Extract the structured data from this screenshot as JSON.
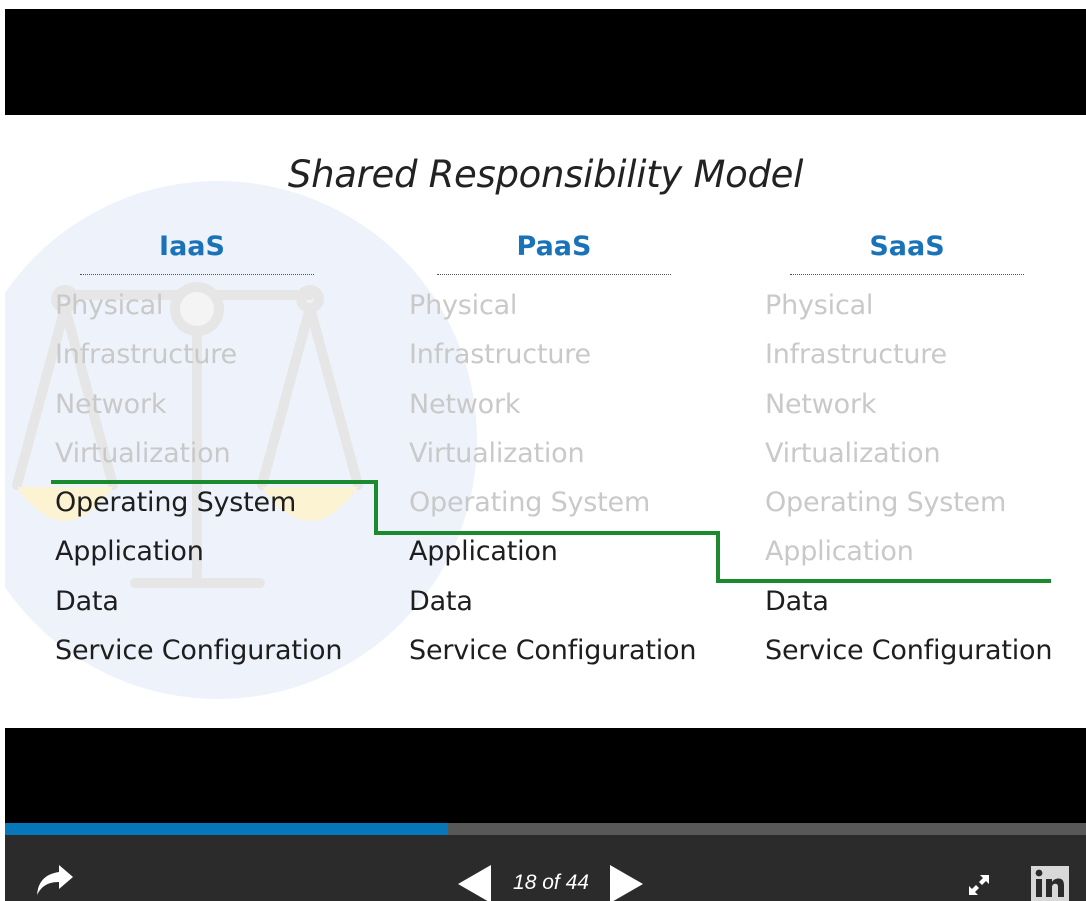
{
  "slide": {
    "title": "Shared Responsibility Model",
    "columns": [
      {
        "heading": "IaaS",
        "layers": [
          {
            "label": "Physical",
            "faded": true
          },
          {
            "label": "Infrastructure",
            "faded": true
          },
          {
            "label": "Network",
            "faded": true
          },
          {
            "label": "Virtualization",
            "faded": true
          },
          {
            "label": "Operating System",
            "faded": false
          },
          {
            "label": "Application",
            "faded": false
          },
          {
            "label": "Data",
            "faded": false
          },
          {
            "label": "Service Configuration",
            "faded": false
          }
        ]
      },
      {
        "heading": "PaaS",
        "layers": [
          {
            "label": "Physical",
            "faded": true
          },
          {
            "label": "Infrastructure",
            "faded": true
          },
          {
            "label": "Network",
            "faded": true
          },
          {
            "label": "Virtualization",
            "faded": true
          },
          {
            "label": "Operating System",
            "faded": true
          },
          {
            "label": "Application",
            "faded": false
          },
          {
            "label": "Data",
            "faded": false
          },
          {
            "label": "Service Configuration",
            "faded": false
          }
        ]
      },
      {
        "heading": "SaaS",
        "layers": [
          {
            "label": "Physical",
            "faded": true
          },
          {
            "label": "Infrastructure",
            "faded": true
          },
          {
            "label": "Network",
            "faded": true
          },
          {
            "label": "Virtualization",
            "faded": true
          },
          {
            "label": "Operating System",
            "faded": true
          },
          {
            "label": "Application",
            "faded": true
          },
          {
            "label": "Data",
            "faded": false
          },
          {
            "label": "Service Configuration",
            "faded": false
          }
        ]
      }
    ],
    "colors": {
      "heading": "#1a73b8",
      "boundary_line": "#1b8a2e",
      "active_text": "#1e1e1e",
      "faded_text": "#c9c9c9",
      "watermark_circle": "#eef2fa"
    }
  },
  "player": {
    "page_counter": "18 of 44",
    "current_slide": 18,
    "total_slides": 44,
    "progress": 0.41,
    "icons": {
      "share": "share-arrow-icon",
      "prev": "triangle-left-icon",
      "next": "triangle-right-icon",
      "fullscreen": "expand-arrows-icon",
      "linkedin": "linkedin-logo-icon"
    },
    "colors": {
      "bar": "#2b2b2b",
      "progress_fill": "#0677b9",
      "progress_track": "#585858"
    }
  }
}
